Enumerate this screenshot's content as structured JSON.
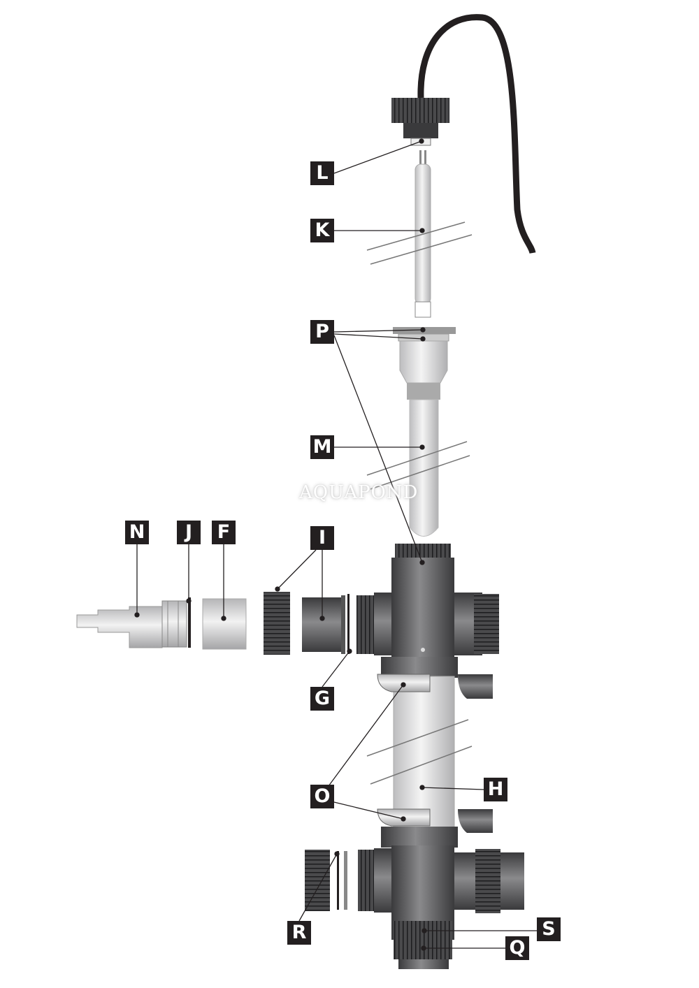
{
  "watermark": "AQUAPOND",
  "labels": {
    "L": "L",
    "K": "K",
    "P": "P",
    "M": "M",
    "N": "N",
    "J": "J",
    "F": "F",
    "I": "I",
    "G": "G",
    "O": "O",
    "H": "H",
    "R": "R",
    "S": "S",
    "Q": "Q"
  },
  "colors": {
    "label_bg": "#231f20",
    "body_dark": "#4a4a4c",
    "cable": "#231f20"
  }
}
